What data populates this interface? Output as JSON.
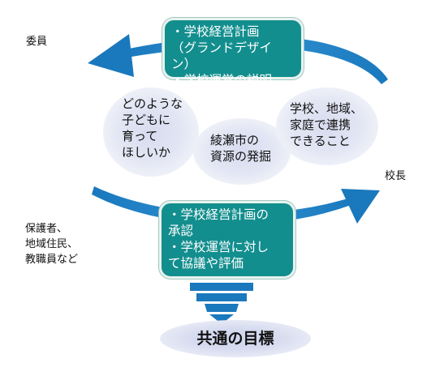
{
  "labels": {
    "committee": "委員",
    "principal": "校長",
    "members": "保護者、\n地域住民、\n教職員など"
  },
  "top_box": {
    "text": "・学校経営計画\n（グランドデザイン）\n・学校運営の説明"
  },
  "bottom_box": {
    "text": "・学校経営計画の\n承認\n・学校運営に対し\nて協議や評価"
  },
  "bubbles": {
    "children": "どのような\n子どもに\n育って\nほしいか",
    "resources": "綾瀬市の\n資源の発掘",
    "partnership": "学校、地域、\n家庭で連携\nできること"
  },
  "goal": {
    "text": "共通の目標"
  },
  "colors": {
    "teal": "#138e8e",
    "arrow_blue": "#1a78bd",
    "bubble": "#e2e5f3"
  }
}
